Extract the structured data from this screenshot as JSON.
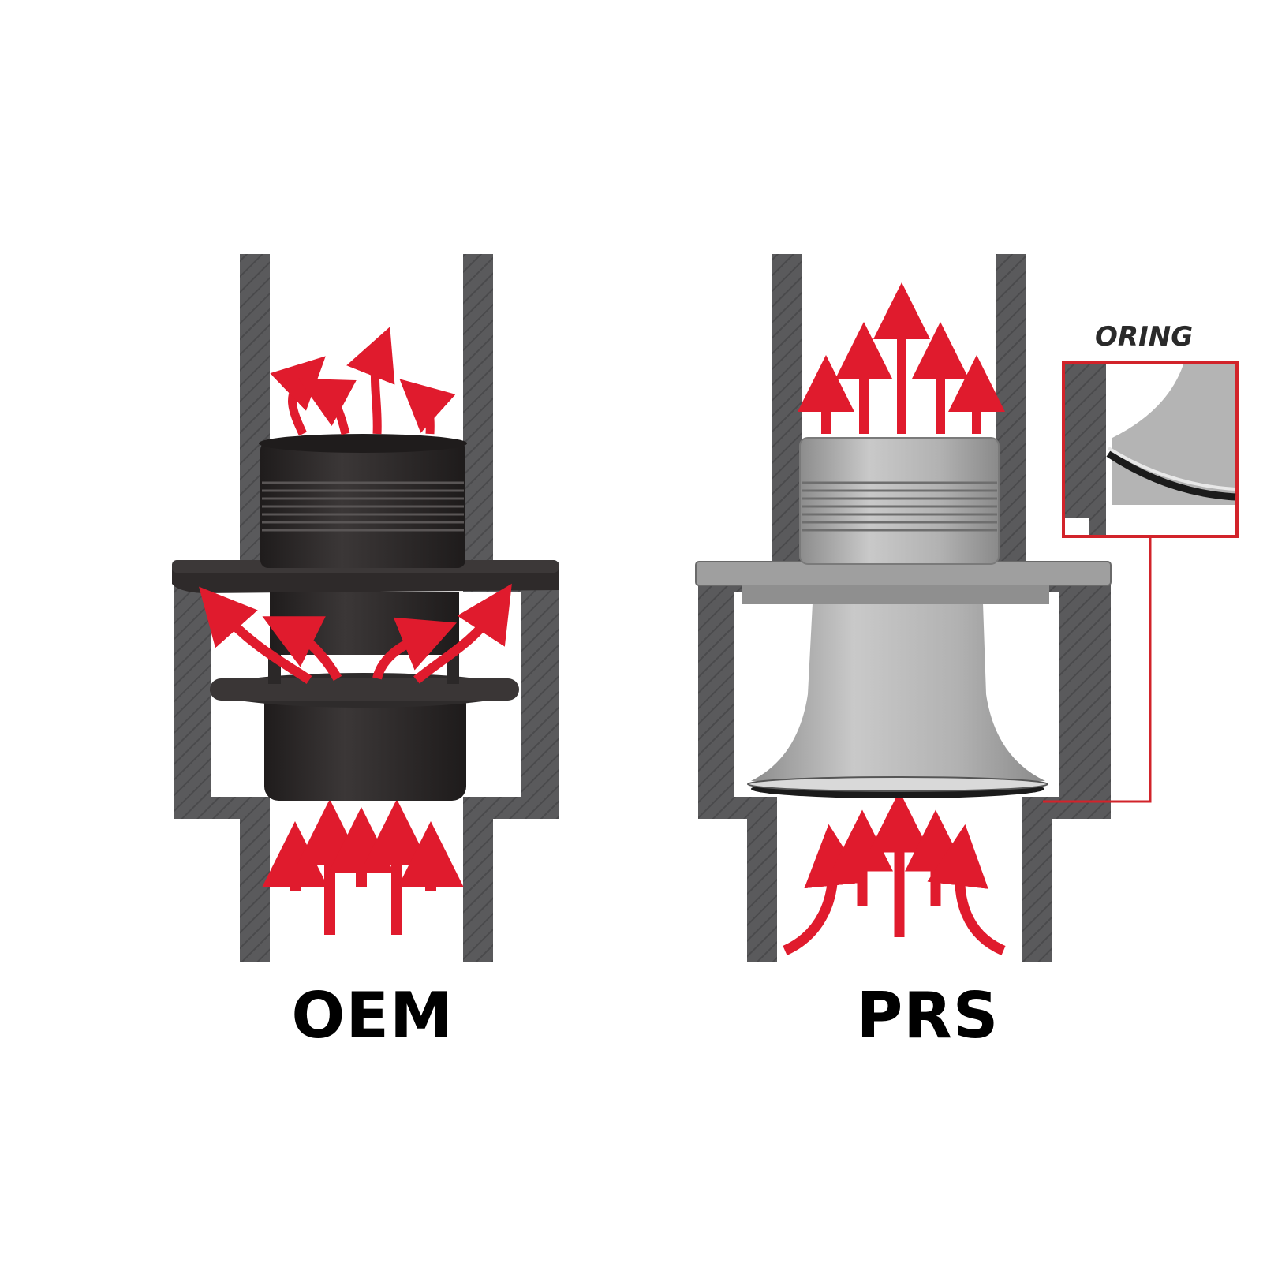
{
  "labels": {
    "left_caption": "OEM",
    "right_caption": "PRS",
    "callout": "ORING"
  },
  "colors": {
    "wall": "#58585a",
    "arrow": "#e01b2d",
    "oem_part": "#2d2a2a",
    "prs_part": "#a9a9a9",
    "callout_border": "#d2232a"
  }
}
